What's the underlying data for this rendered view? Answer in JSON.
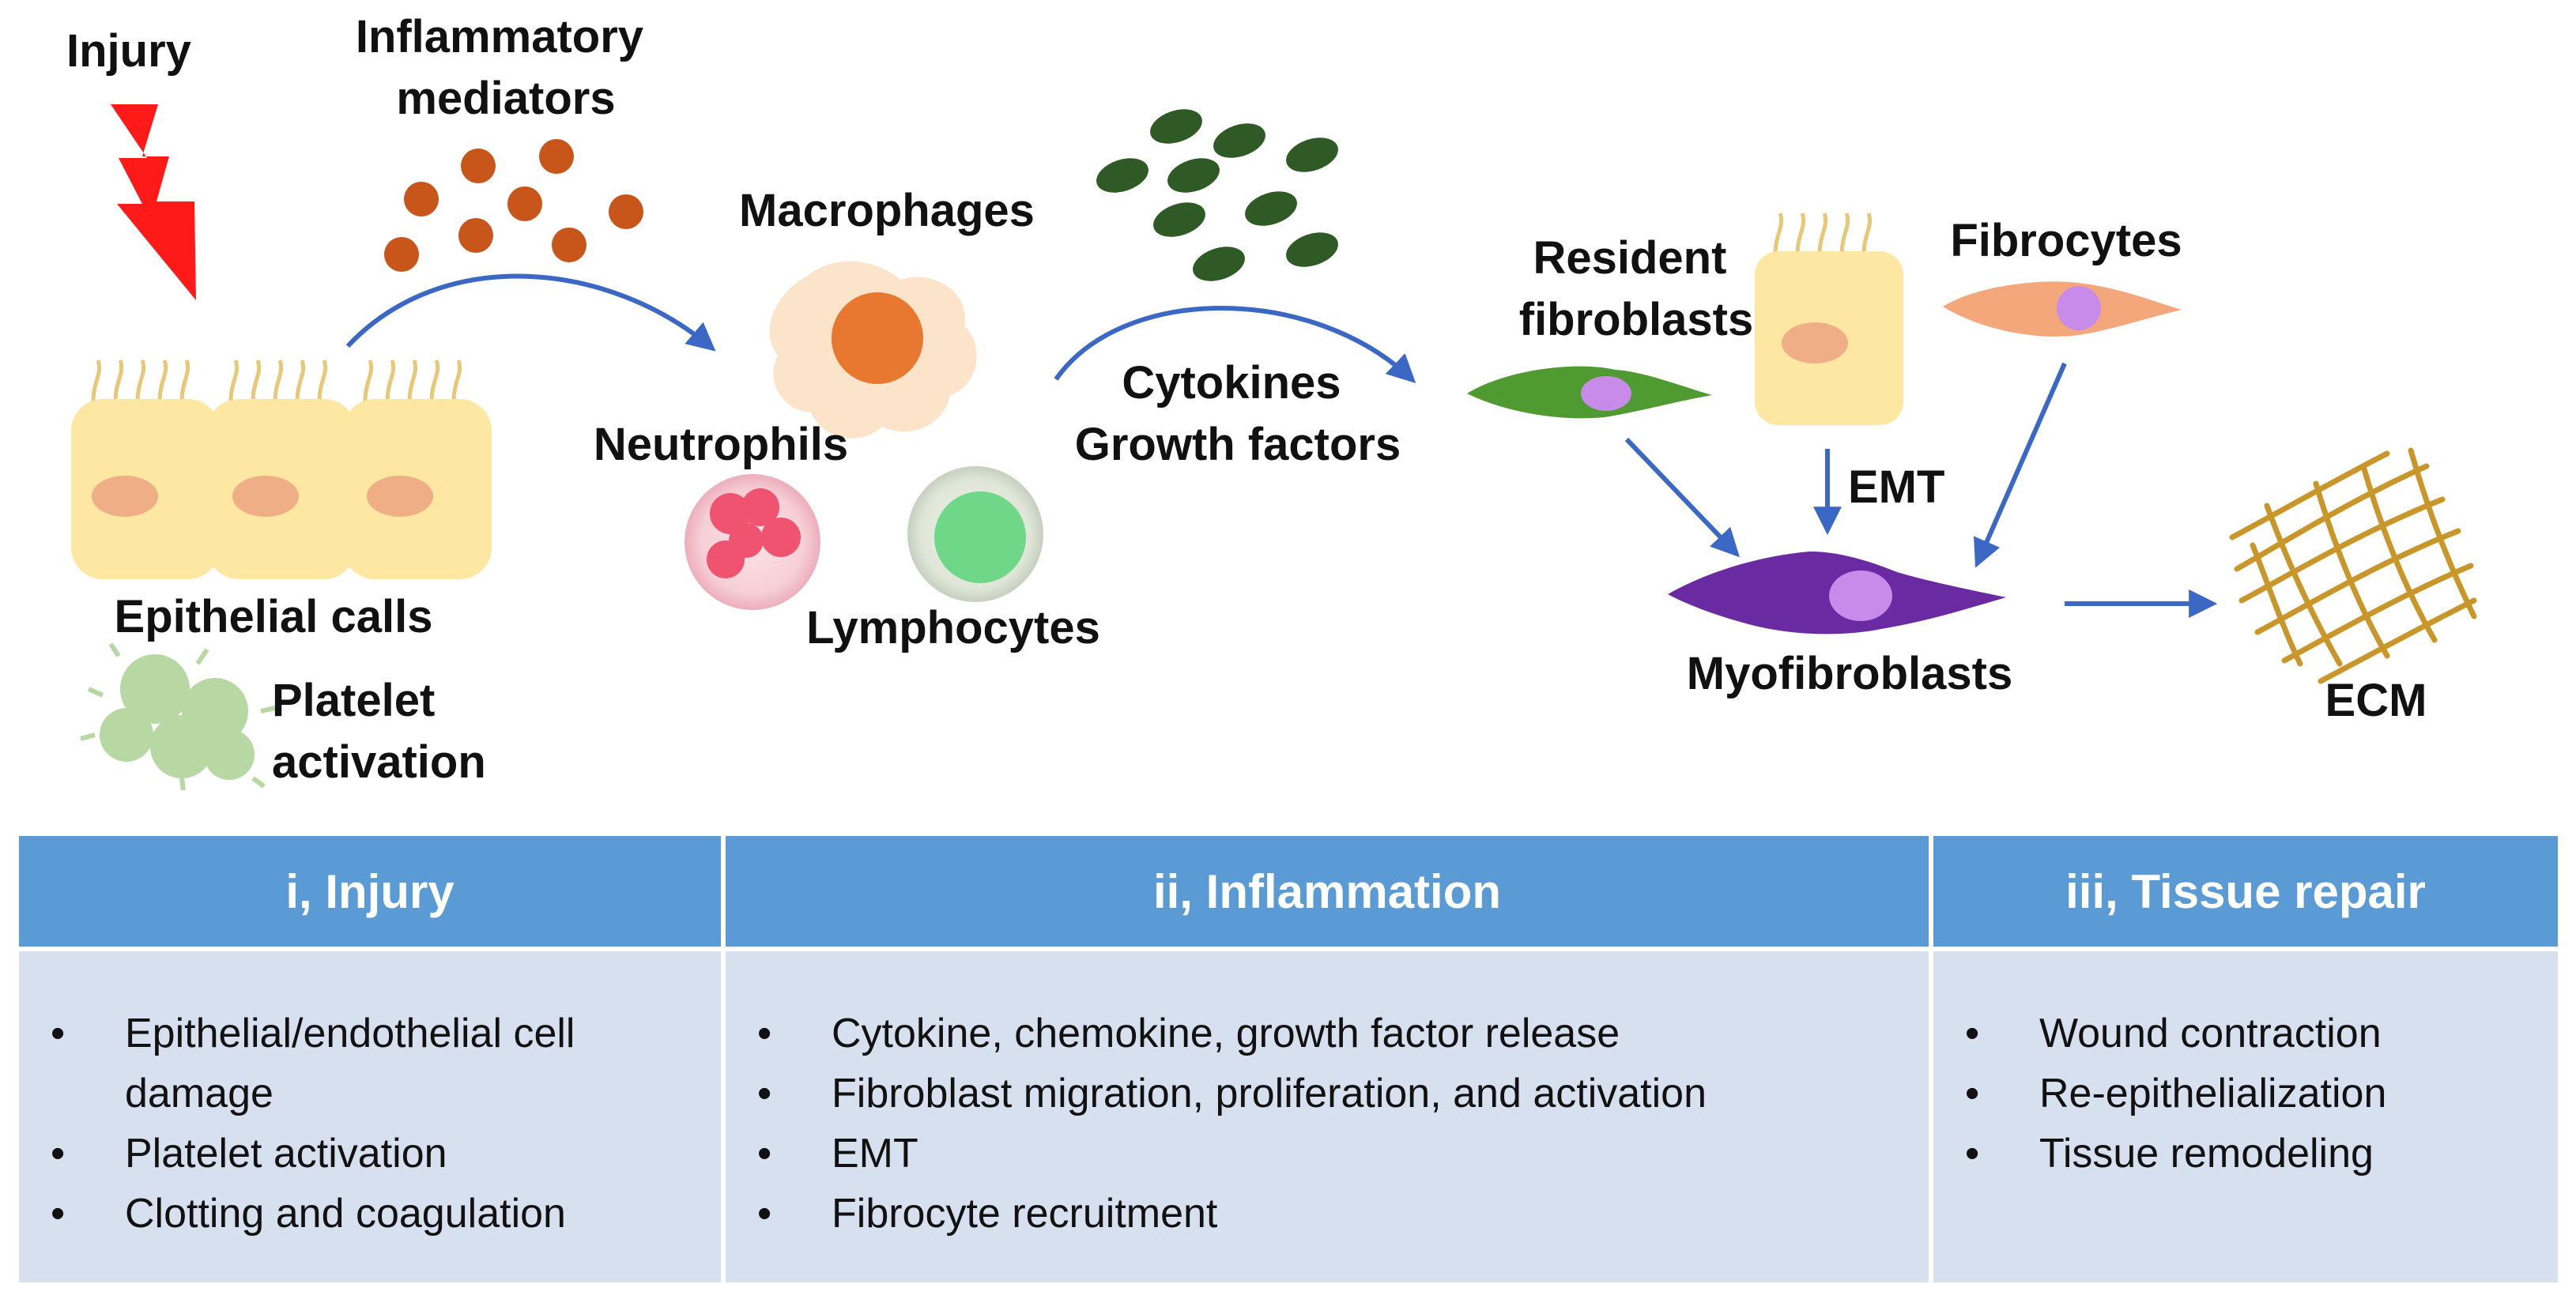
{
  "diagram": {
    "labels": {
      "injury": "Injury",
      "inflammatory_mediators": [
        "Inflammatory",
        "mediators"
      ],
      "macrophages": "Macrophages",
      "neutrophils": "Neutrophils",
      "lymphocytes": "Lymphocytes",
      "cytokines": [
        "Cytokines",
        "Growth factors"
      ],
      "resident_fibroblasts": [
        "Resident",
        "fibroblasts"
      ],
      "fibrocytes": "Fibrocytes",
      "emt": "EMT",
      "myofibroblasts": "Myofibroblasts",
      "ecm": "ECM",
      "epithelial_cells": "Epithelial calls",
      "platelet_activation": [
        "Platelet",
        "activation"
      ]
    }
  },
  "table": {
    "columns": [
      {
        "header": "i, Injury",
        "items": [
          "Epithelial/endothelial cell damage",
          "Platelet activation",
          "Clotting and coagulation"
        ]
      },
      {
        "header": "ii, Inflammation",
        "items": [
          "Cytokine, chemokine, growth factor release",
          "Fibroblast migration, proliferation, and activation",
          "EMT",
          "Fibrocyte recruitment"
        ]
      },
      {
        "header": "iii, Tissue repair",
        "items": [
          "Wound contraction",
          "Re-epithelialization",
          "Tissue remodeling"
        ]
      }
    ]
  },
  "colors": {
    "arrow": "#3a68c4",
    "injury_bolt": "#ff1a1a",
    "mediator_dots": "#c8561a",
    "cytokine_ovals": "#2f5a26",
    "epithelial_cell": "#fde7a3",
    "epithelial_nucleus": "#f0ae86",
    "macrophage": "#fbe4ca",
    "macrophage_nucleus": "#e8782f",
    "neutrophil_nucleus": "#ef5370",
    "lymphocyte_nucleus": "#6fd888",
    "resident_fibroblast": "#4f9a31",
    "fibrocyte": "#f4a77a",
    "myofibroblast": "#6a2aa2",
    "cell_nucleus": "#c98be9",
    "ecm_fibers": "#c9962a",
    "platelet": "#b7d7a3",
    "table_header": "#5b9bd5",
    "table_body": "#d6e0ef"
  },
  "icons": [
    "lightning-bolt-icon",
    "platelet-cluster-icon",
    "ecm-fiber-mesh-icon"
  ]
}
